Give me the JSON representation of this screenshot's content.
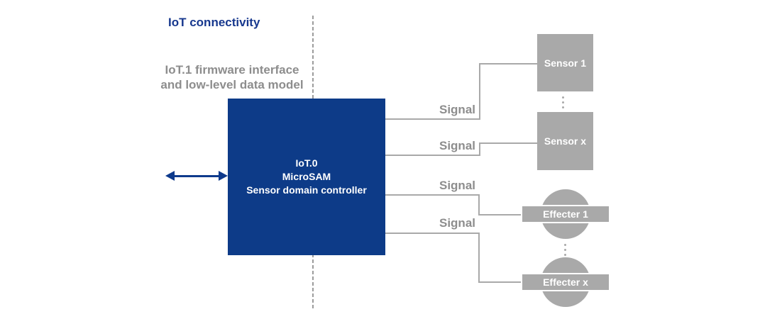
{
  "title": "IoT connectivity",
  "caption": {
    "line1": "IoT.1 firmware interface",
    "line2": "and low-level data model"
  },
  "controller": {
    "line1": "IoT.0",
    "line2": "MicroSAM",
    "line3": "Sensor domain controller"
  },
  "signals": [
    "Signal",
    "Signal",
    "Signal",
    "Signal"
  ],
  "nodes": {
    "sensor1": "Sensor 1",
    "sensorx": "Sensor x",
    "effecter1": "Effecter 1",
    "effecterx": "Effecter x"
  },
  "icons": {
    "bidirectional_arrow": "left-right-arrow"
  },
  "colors": {
    "brand_blue": "#0d3b88",
    "title_blue": "#17388e",
    "gray_fill": "#a9a9a9",
    "gray_text": "#8d8d8d",
    "line_gray": "#a9a9a9",
    "dash_gray": "#9c9c9c",
    "node_text_white": "#ffffff"
  }
}
